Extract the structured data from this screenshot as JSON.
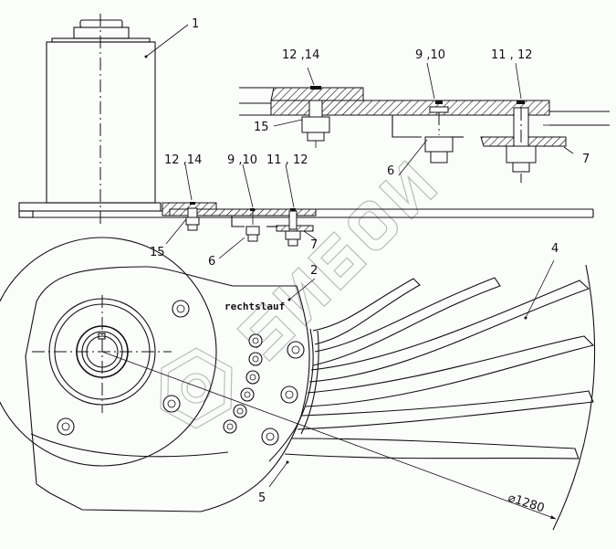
{
  "drawing": {
    "type": "exploded parts diagram",
    "subject": "spreader disc with gearbox mount",
    "colors": {
      "line": "#111111",
      "background": "#fbfdfb",
      "watermark": "#b9bcb9"
    }
  },
  "callouts": {
    "item_1": "1",
    "item_2": "2",
    "item_4": "4",
    "item_5": "5",
    "item_6_side": "6",
    "item_6_detail": "6",
    "item_7_side": "7",
    "item_7_detail": "7",
    "item_15_side": "15",
    "item_15_detail": "15",
    "group_12_14_side": "12 ,14",
    "group_9_10_side": "9 ,10",
    "group_11_12_side": "11 , 12",
    "group_12_14_detail": "12 ,14",
    "group_9_10_detail": "9 ,10",
    "group_11_12_detail": "11 , 12"
  },
  "annotations": {
    "rotation_note": "rechtslauf",
    "diameter_dimension": "⌀1280"
  },
  "watermark": {
    "text": "SИБОИ",
    "icon": "hex-nut-logo-icon"
  }
}
